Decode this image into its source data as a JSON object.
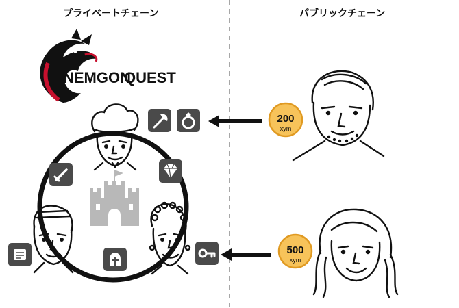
{
  "headers": {
    "private_chain": "プライベートチェーン",
    "public_chain": "パブリックチェーン"
  },
  "logo": {
    "text_part1": "NEMGON",
    "text_part2": "QUEST"
  },
  "coins": [
    {
      "amount": "200",
      "unit": "xym"
    },
    {
      "amount": "500",
      "unit": "xym"
    }
  ],
  "colors": {
    "accent_red": "#c8102e",
    "coin_fill": "#f7c35a",
    "coin_border": "#e09a22",
    "icon_tile": "#4a4a4a",
    "divider": "#8a8a8a",
    "castle": "#b8b8b8"
  },
  "icons": [
    "axe-icon",
    "ring-icon",
    "gem-icon",
    "sword-icon",
    "scroll-icon",
    "helmet-icon",
    "key-icon",
    "castle-icon",
    "dragon-icon"
  ]
}
